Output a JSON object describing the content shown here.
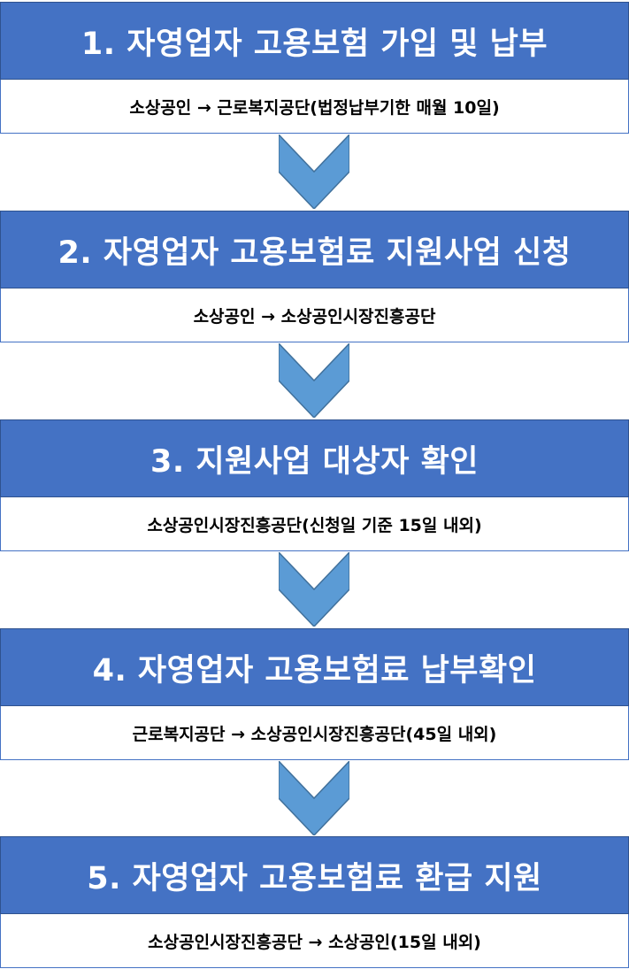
{
  "steps": [
    {
      "title": "1. 자영업자 고용보험 가입 및 납부",
      "detail": "소상공인 → 근로복지공단(법정납부기한 매월 10일)"
    },
    {
      "title": "2. 자영업자 고용보험료 지원사업 신청",
      "detail": "소상공인 → 소상공인시장진흥공단"
    },
    {
      "title": "3. 지원사업 대상자 확인",
      "detail": "소상공인시장진흥공단(신청일 기준 15일 내외)"
    },
    {
      "title": "4. 자영업자 고용보험료 납부확인",
      "detail": "근로복지공단 → 소상공인시장진흥공단(45일 내외)"
    },
    {
      "title": "5. 자영업자 고용보험료 환급 지원",
      "detail": "소상공인시장진흥공단 → 소상공인(15일 내외)"
    }
  ],
  "colors": {
    "header_fill": "#4472c4",
    "arrow_fill": "#5b9bd5",
    "detail_fill": "#ffffff"
  },
  "icons": {
    "connector": "chevron-down-icon"
  }
}
